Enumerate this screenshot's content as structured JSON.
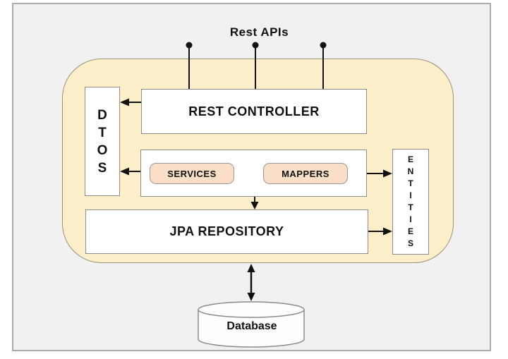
{
  "colors": {
    "page_bg": "#FFFFFF",
    "canvas_bg": "#F1F1F2",
    "container_bg": "#FCEFC9",
    "chip_bg": "#F9DFC8",
    "node_bg": "#FFFFFF",
    "line_color": "#111111"
  },
  "diagram": {
    "api_label": "Rest APIs",
    "nodes": {
      "rest_controller": {
        "label": "REST CONTROLLER"
      },
      "dtos": {
        "label": "DTOS",
        "letters": [
          "D",
          "T",
          "O",
          "S"
        ]
      },
      "services": {
        "label": "SERVICES"
      },
      "mappers": {
        "label": "MAPPERS"
      },
      "jpa_repository": {
        "label": "JPA REPOSITORY"
      },
      "entities": {
        "label": "ENTITIES",
        "letters": [
          "E",
          "N",
          "T",
          "I",
          "T",
          "I",
          "E",
          "S"
        ]
      },
      "database": {
        "label": "Database"
      }
    },
    "edges": [
      {
        "from": "rest-apis",
        "to": "rest-controller",
        "style": "endpoint-dots",
        "count": 3
      },
      {
        "from": "rest-controller",
        "to": "dtos",
        "direction": "left"
      },
      {
        "from": "services-mappers-box",
        "to": "dtos",
        "direction": "left"
      },
      {
        "from": "services-mappers-box",
        "to": "entities",
        "direction": "right"
      },
      {
        "from": "services-mappers-box",
        "to": "jpa-repository",
        "direction": "down"
      },
      {
        "from": "jpa-repository",
        "to": "entities",
        "direction": "right"
      },
      {
        "from": "jpa-repository",
        "to": "database",
        "direction": "both"
      }
    ]
  }
}
